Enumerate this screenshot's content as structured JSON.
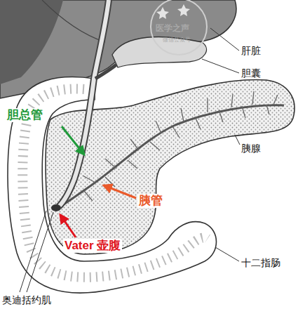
{
  "diagram": {
    "labels": [
      "肝脏",
      "胆囊",
      "胰腺",
      "胆总管",
      "胰管",
      "Vater 壶腹",
      "十二指肠",
      "奥迪括约肌",
      "医学之声",
      "微信公众号"
    ]
  }
}
